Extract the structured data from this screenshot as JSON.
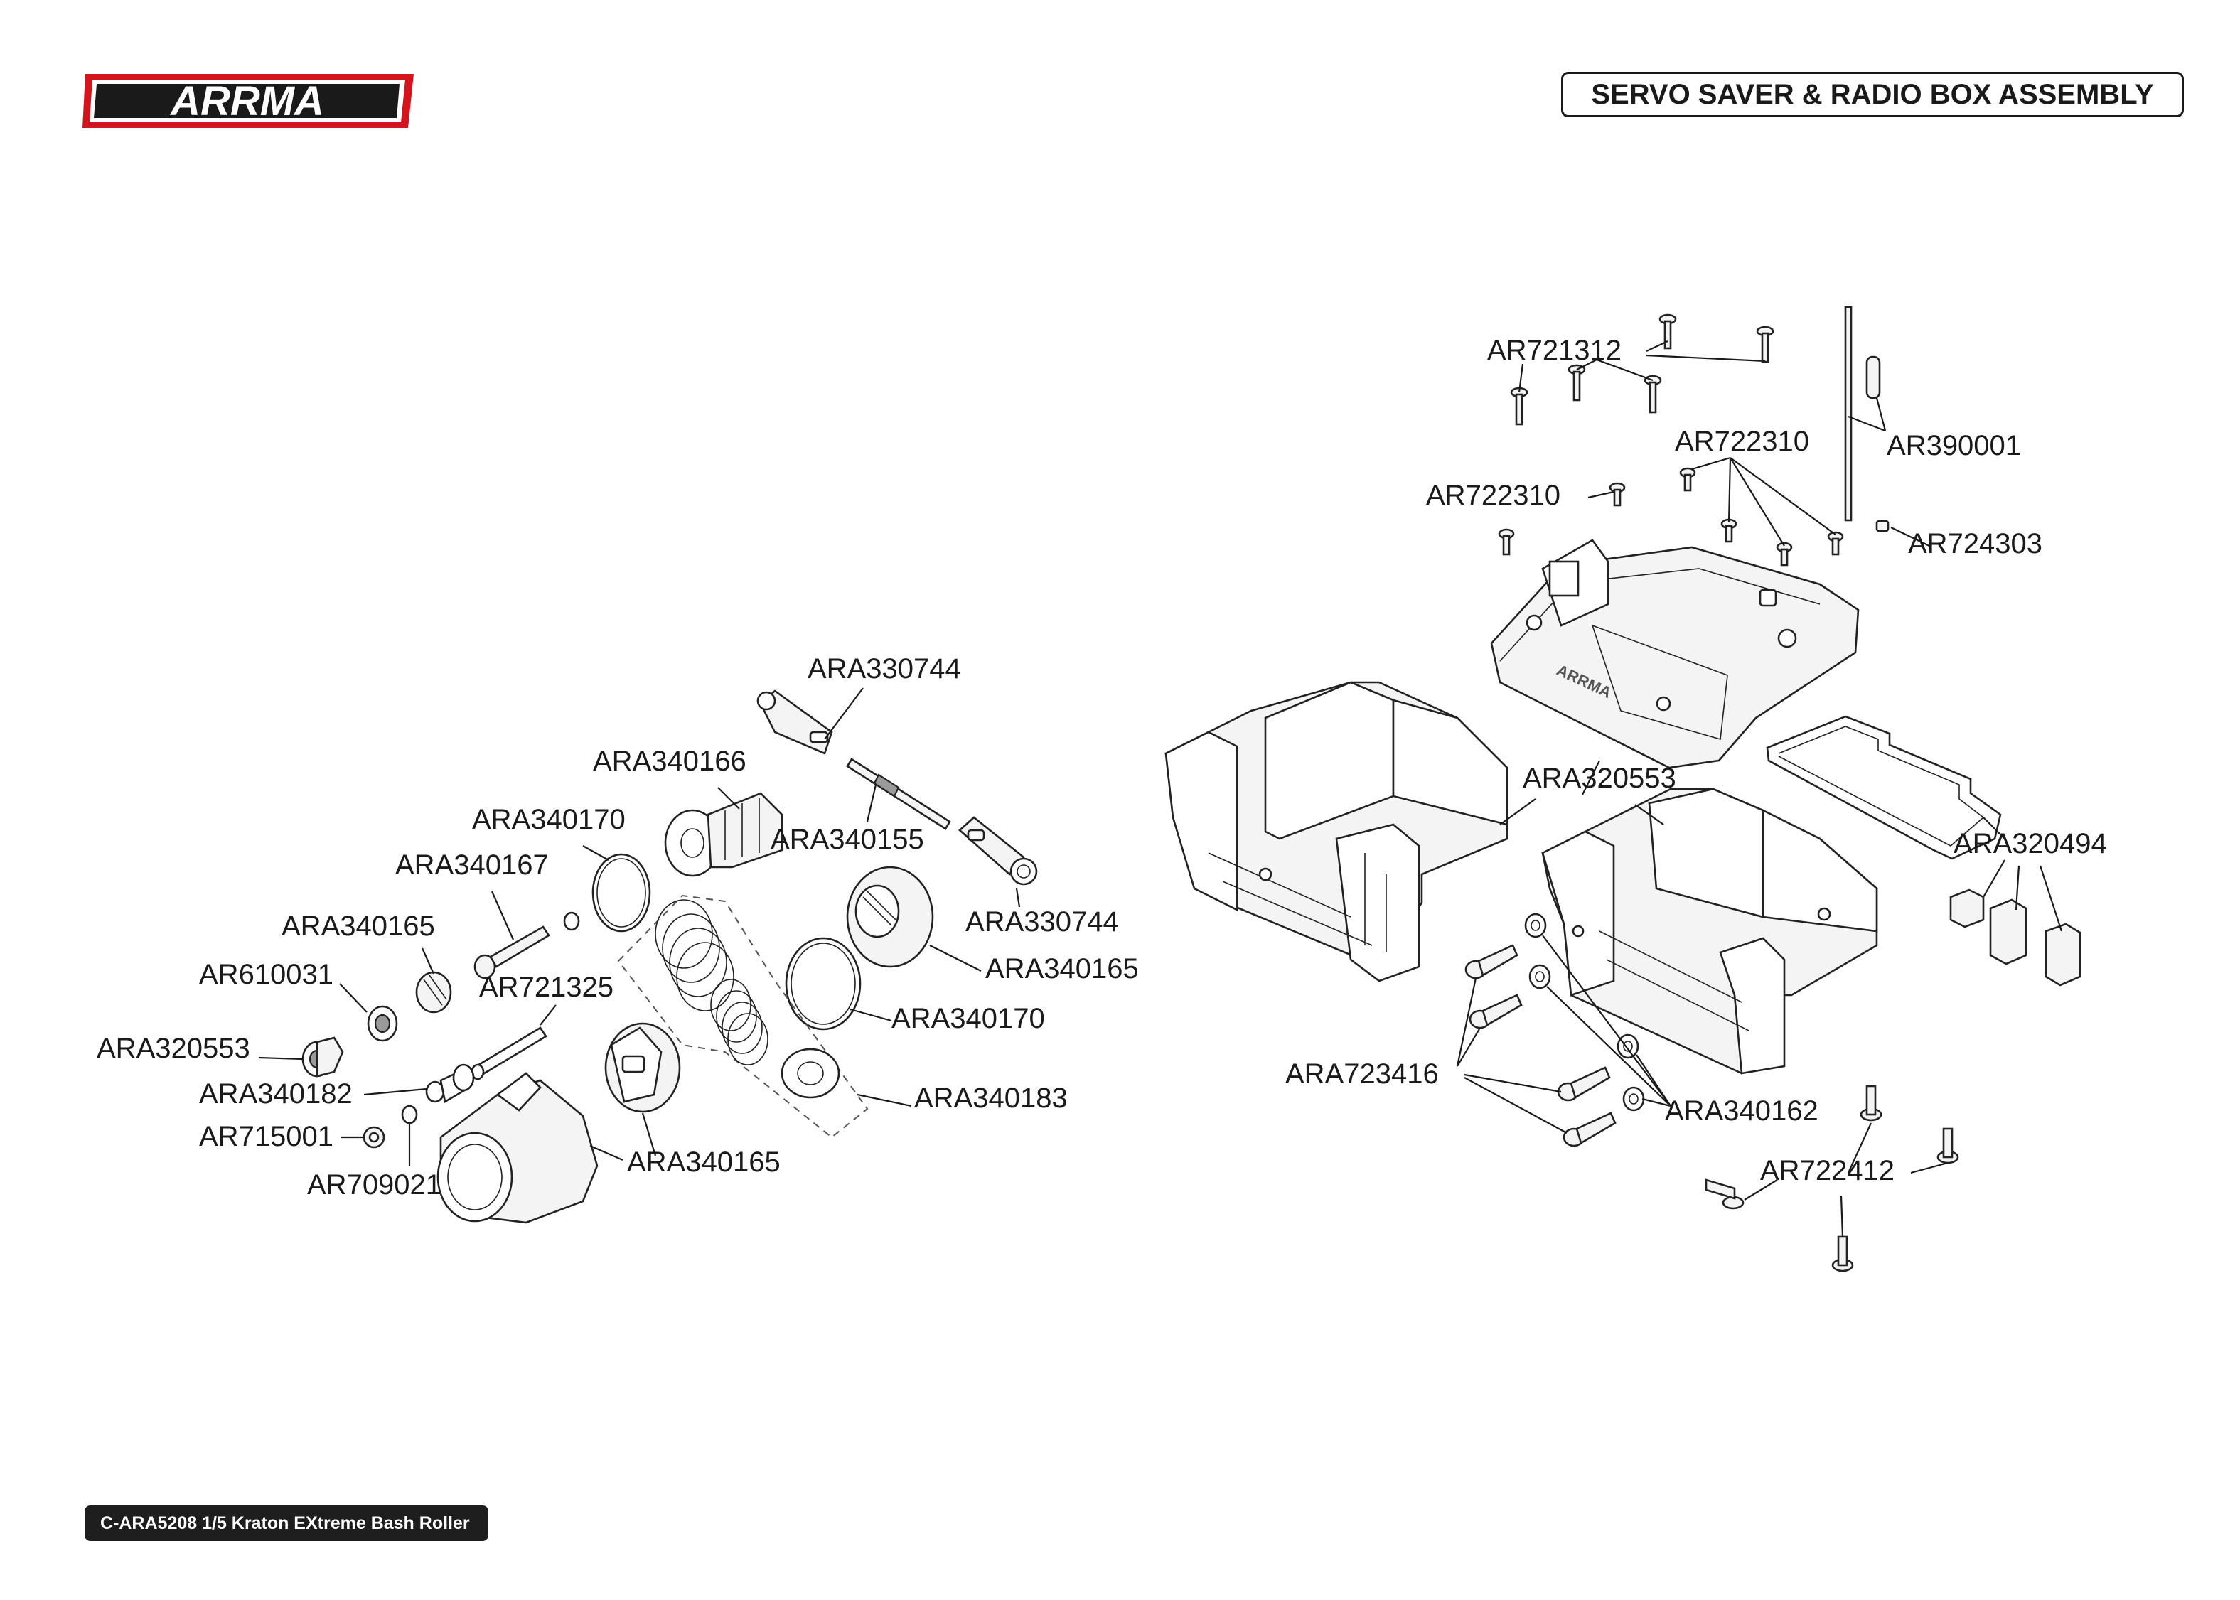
{
  "header": {
    "logo_text": "ARRMA",
    "title": "SERVO SAVER & RADIO BOX ASSEMBLY"
  },
  "footer": {
    "text": "C-ARA5208 1/5 Kraton EXtreme Bash Roller"
  },
  "labels": {
    "ar721312": "AR721312",
    "ar390001": "AR390001",
    "ar722310_a": "AR722310",
    "ar722310_b": "AR722310",
    "ar724303": "AR724303",
    "ara330744_a": "ARA330744",
    "ara340166": "ARA340166",
    "ara340170_a": "ARA340170",
    "ara340155": "ARA340155",
    "ara340167": "ARA340167",
    "ara330744_b": "ARA330744",
    "ara340165_a": "ARA340165",
    "ara340165_b": "ARA340165",
    "ar610031": "AR610031",
    "ar721325": "AR721325",
    "ara340170_b": "ARA340170",
    "ara320553_a": "ARA320553",
    "ara340182": "ARA340182",
    "ara340183": "ARA340183",
    "ar715001": "AR715001",
    "ara340165_c": "ARA340165",
    "ar709021": "AR709021",
    "ara320553_b": "ARA320553",
    "ara320494": "ARA320494",
    "ara723416": "ARA723416",
    "ara340162": "ARA340162",
    "ar722412": "AR722412"
  },
  "colors": {
    "logo_red": "#d4141c",
    "ink": "#1a1a1a",
    "footer_bg": "#1e1e1e"
  },
  "icons": {
    "logo": "arrma-logo"
  }
}
